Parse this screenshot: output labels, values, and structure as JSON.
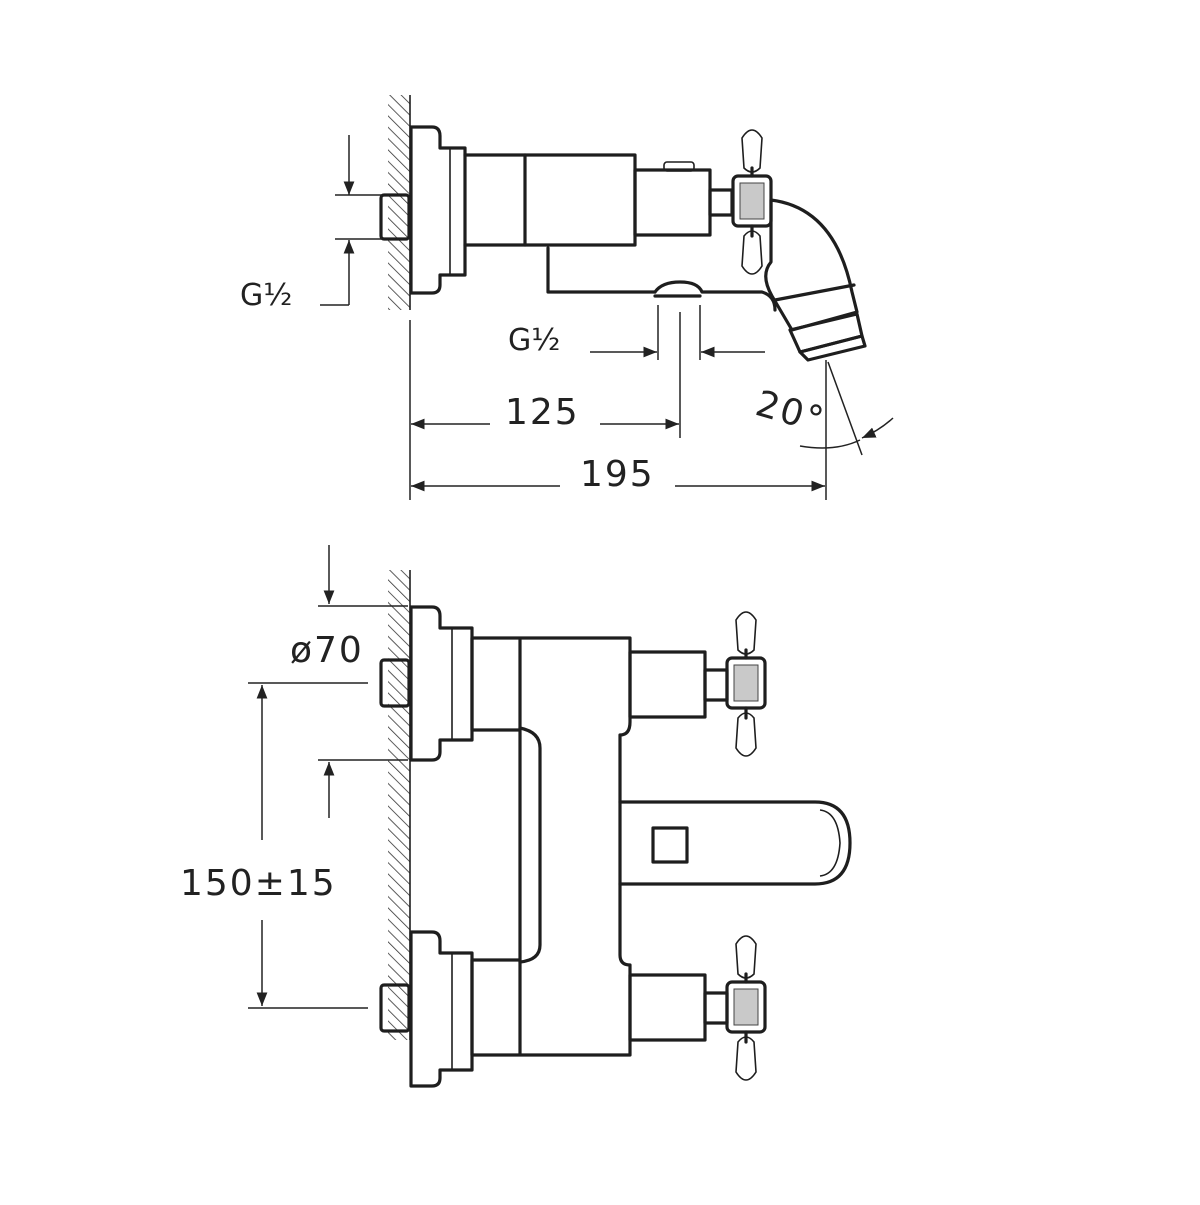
{
  "side_view": {
    "thread_wall": "G½",
    "thread_spout": "G½",
    "dim_inner": "125",
    "dim_total": "195",
    "angle": "20°"
  },
  "front_view": {
    "diameter": "ø70",
    "centers": "150±15"
  },
  "colors": {
    "line": "#1e1e1e",
    "background": "#ffffff",
    "handle_fill": "#c9c9c9"
  }
}
